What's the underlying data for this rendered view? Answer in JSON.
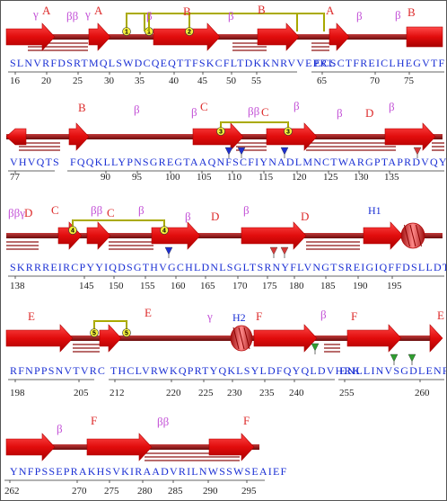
{
  "colors": {
    "strand": "#e81212",
    "strand_dark": "#b00000",
    "coil": "#8f1515",
    "disulfide": "#c8c800",
    "disulfide_node": "#f3ee3a",
    "sequence_text": "#1a2fd4",
    "label_strand": "#dd2b2b",
    "label_motif": "#c24fd6",
    "marker_blue": "#1e2fcf",
    "marker_red": "#d73a3a",
    "marker_green": "#2f9e2f"
  },
  "rows": [
    {
      "segments": [
        "SLNVRFDSRTMQLSWDCQEQTTFSKCFLTDKKNRVVEPRL",
        "ECSCTFREICLHEGVTFE"
      ],
      "ticks": [
        {
          "label": "16"
        },
        {
          "label": "20"
        },
        {
          "label": "25"
        },
        {
          "label": "30"
        },
        {
          "label": "35"
        },
        {
          "label": "40"
        },
        {
          "label": "45"
        },
        {
          "label": "50"
        },
        {
          "label": "55"
        },
        {
          "label": "65"
        },
        {
          "label": "70"
        },
        {
          "label": "75"
        }
      ],
      "ss_labels": [
        {
          "text": "γ",
          "kind": "b"
        },
        {
          "text": "A",
          "kind": "ab"
        },
        {
          "text": "ββ",
          "kind": "b"
        },
        {
          "text": "γ",
          "kind": "b"
        },
        {
          "text": "A",
          "kind": "ab"
        },
        {
          "text": "β",
          "kind": "b"
        },
        {
          "text": "B",
          "kind": "ab"
        },
        {
          "text": "β",
          "kind": "b"
        },
        {
          "text": "B",
          "kind": "ab"
        },
        {
          "text": "A",
          "kind": "ab"
        },
        {
          "text": "β",
          "kind": "b"
        },
        {
          "text": "β",
          "kind": "b"
        },
        {
          "text": "B",
          "kind": "ab"
        }
      ],
      "disulfides": [
        "1",
        "2",
        "2",
        "1"
      ]
    },
    {
      "segments": [
        "VHVQTS",
        "FQQKLLYPNSGREGTAAQNFSCFIYNADLMNCTWARGPTAPRDVQYFLYIRN"
      ],
      "ticks": [
        {
          "label": "77"
        },
        {
          "label": "90"
        },
        {
          "label": "95"
        },
        {
          "label": "100"
        },
        {
          "label": "105"
        },
        {
          "label": "110"
        },
        {
          "label": "115"
        },
        {
          "label": "120"
        },
        {
          "label": "125"
        },
        {
          "label": "130"
        },
        {
          "label": "135"
        }
      ],
      "ss_labels": [
        {
          "text": "B",
          "kind": "ab"
        },
        {
          "text": "β",
          "kind": "b"
        },
        {
          "text": "β",
          "kind": "b"
        },
        {
          "text": "C",
          "kind": "ab"
        },
        {
          "text": "ββ",
          "kind": "b"
        },
        {
          "text": "C",
          "kind": "ab"
        },
        {
          "text": "β",
          "kind": "b"
        },
        {
          "text": "β",
          "kind": "b"
        },
        {
          "text": "D",
          "kind": "ab"
        },
        {
          "text": "β",
          "kind": "b"
        }
      ],
      "disulfides": [
        "3",
        "3"
      ]
    },
    {
      "segments": [
        "SKRRREIRCPYYIQDSGTHVGCHLDNLSGLTSRNYFLVNGTSREIGIQFFDSLLDTKKIE"
      ],
      "ticks": [
        {
          "label": "138"
        },
        {
          "label": "145"
        },
        {
          "label": "150"
        },
        {
          "label": "155"
        },
        {
          "label": "160"
        },
        {
          "label": "165"
        },
        {
          "label": "170"
        },
        {
          "label": "175"
        },
        {
          "label": "180"
        },
        {
          "label": "185"
        },
        {
          "label": "190"
        },
        {
          "label": "195"
        }
      ],
      "ss_labels": [
        {
          "text": "ββγ",
          "kind": "b"
        },
        {
          "text": "D",
          "kind": "ab"
        },
        {
          "text": "C",
          "kind": "ab"
        },
        {
          "text": "ββ",
          "kind": "b"
        },
        {
          "text": "C",
          "kind": "ab"
        },
        {
          "text": "β",
          "kind": "b"
        },
        {
          "text": "β",
          "kind": "b"
        },
        {
          "text": "D",
          "kind": "ab"
        },
        {
          "text": "β",
          "kind": "b"
        },
        {
          "text": "D",
          "kind": "ab"
        },
        {
          "text": "H1",
          "kind": "h"
        }
      ],
      "disulfides": [
        "4",
        "4"
      ]
    },
    {
      "segments": [
        "RFNPPSNVTVRC",
        "THCLVRWKQPRTYQKLSYLDFQYQLDVHRK",
        "ENLLINVSGDLENR"
      ],
      "ticks": [
        {
          "label": "198"
        },
        {
          "label": "205"
        },
        {
          "label": "212"
        },
        {
          "label": "220"
        },
        {
          "label": "225"
        },
        {
          "label": "230"
        },
        {
          "label": "235"
        },
        {
          "label": "240"
        },
        {
          "label": "255"
        },
        {
          "label": "260"
        }
      ],
      "ss_labels": [
        {
          "text": "E",
          "kind": "ab"
        },
        {
          "text": "E",
          "kind": "ab"
        },
        {
          "text": "γ",
          "kind": "b"
        },
        {
          "text": "H2",
          "kind": "h"
        },
        {
          "text": "F",
          "kind": "ab"
        },
        {
          "text": "β",
          "kind": "b"
        },
        {
          "text": "F",
          "kind": "ab"
        },
        {
          "text": "E",
          "kind": "ab"
        }
      ],
      "disulfides": [
        "5",
        "5"
      ]
    },
    {
      "segments": [
        "YNFPSSEPRAKHSVKIRAADVRILNWSSWSEAIEF"
      ],
      "ticks": [
        {
          "label": "262"
        },
        {
          "label": "270"
        },
        {
          "label": "275"
        },
        {
          "label": "280"
        },
        {
          "label": "285"
        },
        {
          "label": "290"
        },
        {
          "label": "295"
        }
      ],
      "ss_labels": [
        {
          "text": "β",
          "kind": "b"
        },
        {
          "text": "F",
          "kind": "ab"
        },
        {
          "text": "ββ",
          "kind": "b"
        },
        {
          "text": "F",
          "kind": "ab"
        }
      ],
      "disulfides": []
    }
  ],
  "site_markers": [
    {
      "row": 1,
      "color": "blue"
    },
    {
      "row": 1,
      "color": "blue"
    },
    {
      "row": 1,
      "color": "blue"
    },
    {
      "row": 1,
      "color": "red"
    },
    {
      "row": 2,
      "color": "blue"
    },
    {
      "row": 2,
      "color": "red"
    },
    {
      "row": 2,
      "color": "red"
    },
    {
      "row": 3,
      "color": "green"
    },
    {
      "row": 3,
      "color": "green"
    },
    {
      "row": 3,
      "color": "green"
    }
  ]
}
